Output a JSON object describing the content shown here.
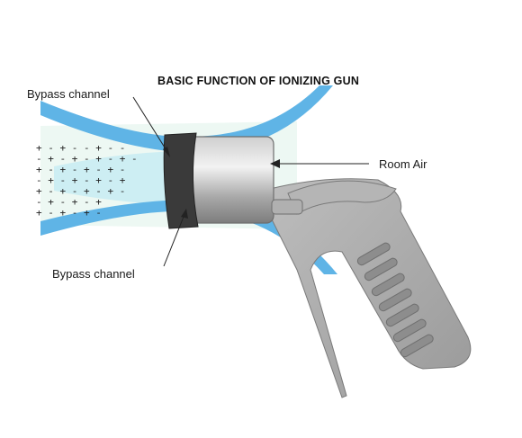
{
  "title": "BASIC FUNCTION OF IONIZING GUN",
  "labels": {
    "bypass_top": "Bypass channel",
    "bypass_bottom": "Bypass channel",
    "room_air": "Room Air"
  },
  "charges": {
    "rows": [
      "+ - + - - + - -",
      "- + - + - + - + -",
      "+ - + - + - + -",
      "- + - + - + - +",
      "+ - + - + - + -",
      "- + - + - +",
      "+ - + - + -"
    ]
  },
  "colors": {
    "airflow_blue": "#5fb4e6",
    "mist": "#cfeee0",
    "nozzle_dark": "#3a3a3a",
    "body_grey": "#a9a9a9",
    "valve_red": "#d21f1f"
  }
}
